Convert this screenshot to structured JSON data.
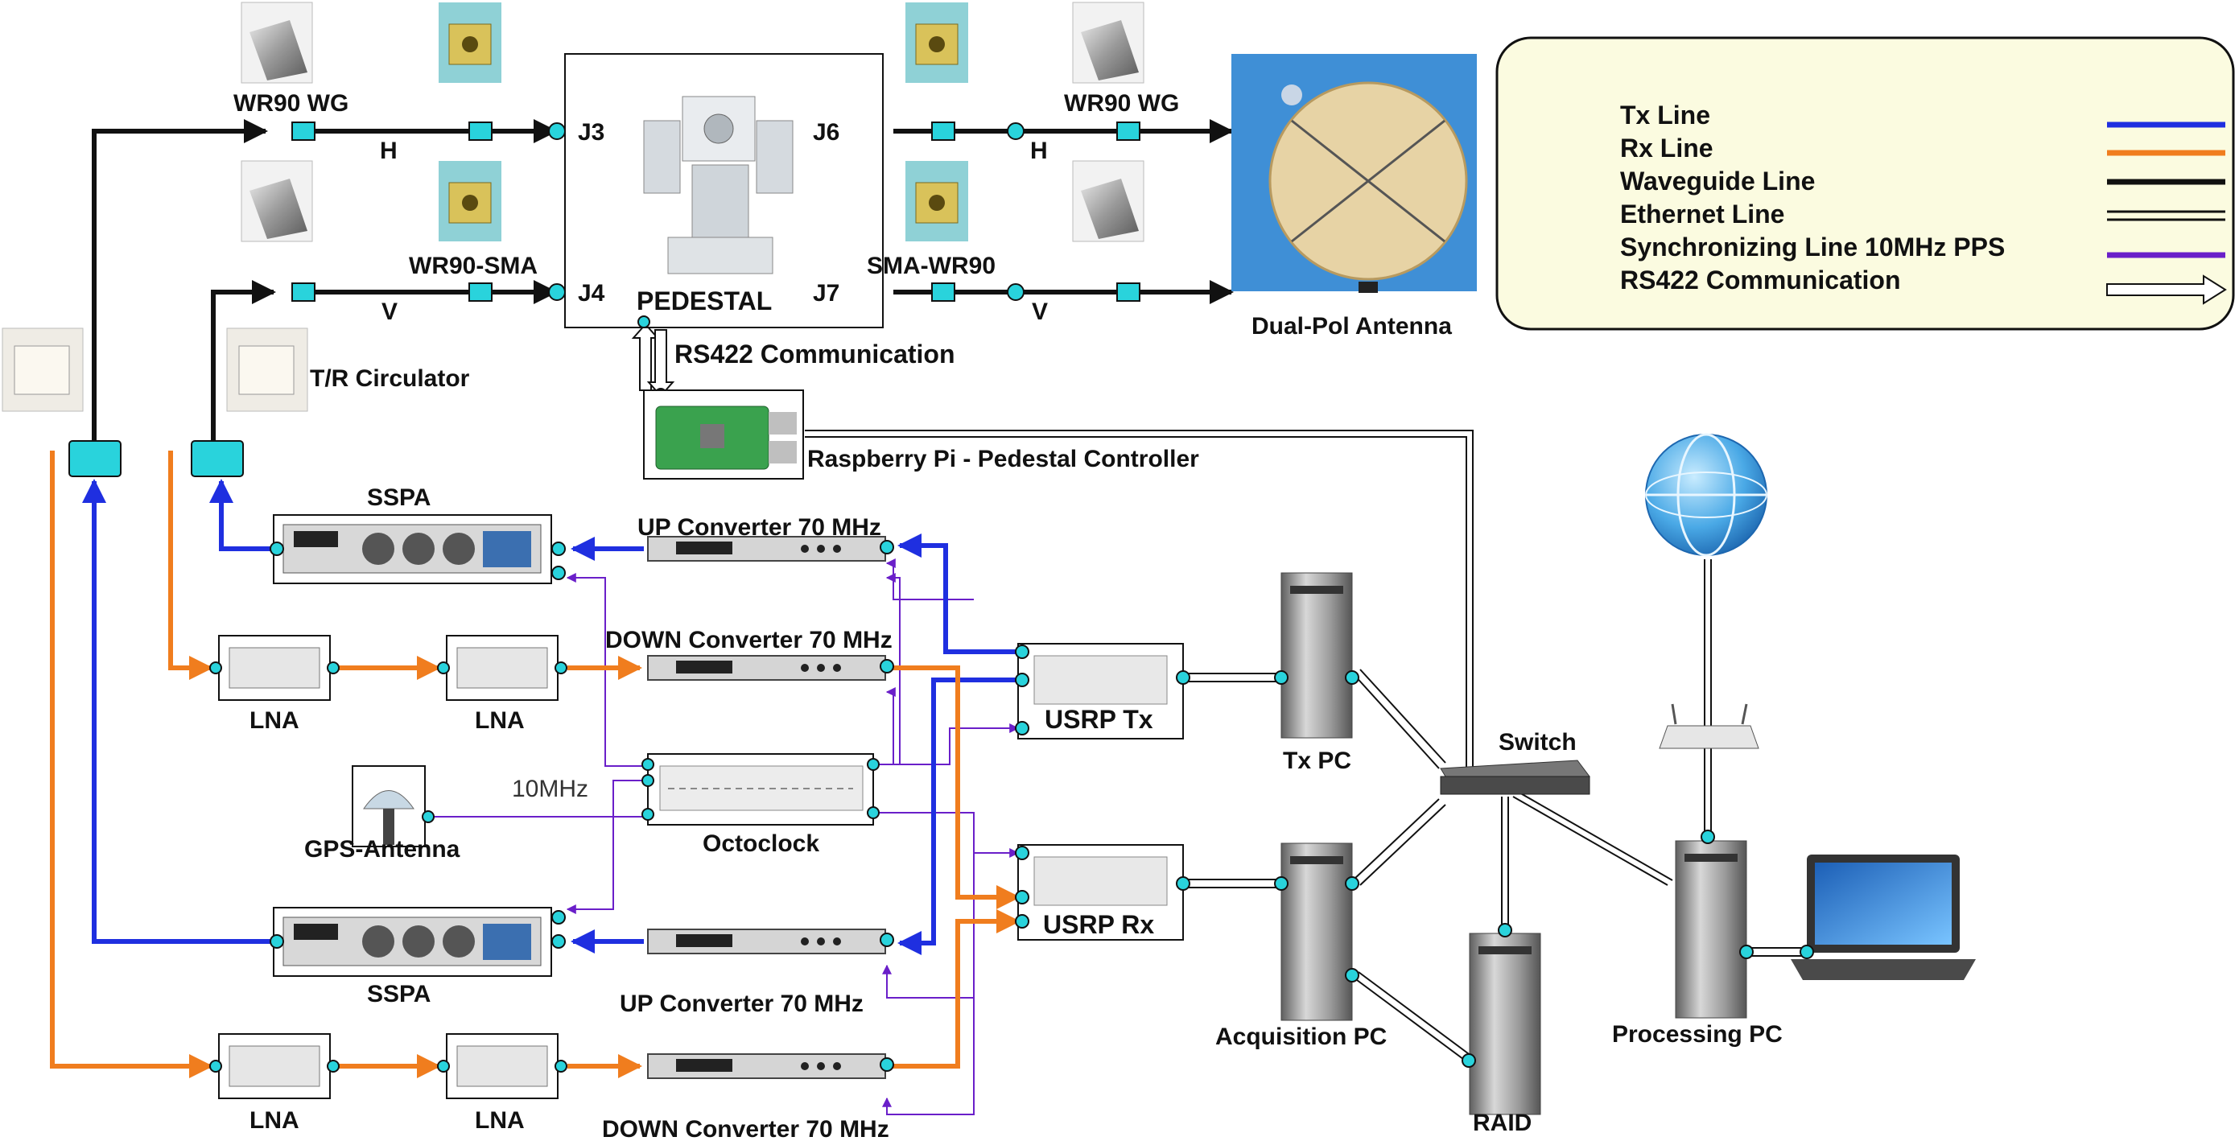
{
  "labels": {
    "wr90_wg": "WR90 WG",
    "wr90_sma": "WR90-SMA",
    "sma_wr90": "SMA-WR90",
    "h": "H",
    "v": "V",
    "j3": "J3",
    "j4": "J4",
    "j6": "J6",
    "j7": "J7",
    "pedestal": "PEDESTAL",
    "dual_pol_antenna": "Dual-Pol Antenna",
    "tr_circulator": "T/R Circulator",
    "rs422_communication": "RS422 Communication",
    "raspberry_pi": "Raspberry Pi - Pedestal Controller",
    "sspa": "SSPA",
    "up_converter": "UP Converter 70 MHz",
    "down_converter": "DOWN Converter 70 MHz",
    "lna": "LNA",
    "gps_antenna": "GPS-Antenna",
    "ten_mhz": "10MHz",
    "octoclock": "Octoclock",
    "usrp_tx": "USRP Tx",
    "usrp_rx": "USRP Rx",
    "tx_pc": "Tx PC",
    "acquisition_pc": "Acquisition PC",
    "switch": "Switch",
    "raid": "RAID",
    "processing_pc": "Processing PC"
  },
  "legend": {
    "items": [
      {
        "label": "Tx Line",
        "color": "#1f2fe0",
        "style": "solid"
      },
      {
        "label": "Rx Line",
        "color": "#f07d1e",
        "style": "solid"
      },
      {
        "label": "Waveguide Line",
        "color": "#111111",
        "style": "thick"
      },
      {
        "label": "Ethernet Line",
        "color": "#111111",
        "style": "double"
      },
      {
        "label": "Synchronizing Line 10MHz  PPS",
        "color": "#6a1fc9",
        "style": "solid"
      },
      {
        "label": "RS422 Communication",
        "color": "#111111",
        "style": "hollow-arrow"
      }
    ]
  },
  "colors": {
    "tx": "#1f2fe0",
    "rx": "#f07d1e",
    "sync": "#6a1fc9",
    "waveguide": "#111111",
    "connector": "#29d3dc",
    "legend_bg": "#fbfbe0"
  }
}
